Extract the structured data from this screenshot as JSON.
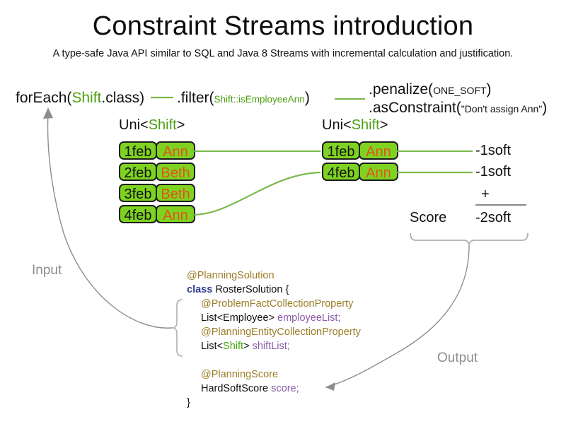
{
  "header": {
    "title": "Constraint Streams introduction",
    "subtitle": "A type-safe Java API similar to SQL and Java 8 Streams with incremental calculation and justification."
  },
  "pipeline": {
    "foreach": {
      "prefix": "forEach(",
      "type": "Shift",
      "suffix": ".class)"
    },
    "filter": {
      "prefix": ".filter(",
      "arg": "Shift::isEmployeeAnn",
      "suffix": ")"
    },
    "penalize": {
      "prefix": ".penalize(",
      "arg": "ONE_SOFT",
      "suffix": ")"
    },
    "as_constraint": {
      "prefix": ".asConstraint(",
      "arg": "\"Don't assign Ann\"",
      "suffix": ")"
    }
  },
  "streams": {
    "left_label": {
      "prefix": "Uni<",
      "type": "Shift",
      "suffix": ">"
    },
    "right_label": {
      "prefix": "Uni<",
      "type": "Shift",
      "suffix": ">"
    },
    "left_rows": [
      {
        "date": "1feb",
        "employee": "Ann"
      },
      {
        "date": "2feb",
        "employee": "Beth"
      },
      {
        "date": "3feb",
        "employee": "Beth"
      },
      {
        "date": "4feb",
        "employee": "Ann"
      }
    ],
    "right_rows": [
      {
        "date": "1feb",
        "employee": "Ann"
      },
      {
        "date": "4feb",
        "employee": "Ann"
      }
    ]
  },
  "score": {
    "penalties": [
      "-1soft",
      "-1soft"
    ],
    "operator": "+",
    "label": "Score",
    "total": "-2soft"
  },
  "flow_labels": {
    "input": "Input",
    "output": "Output"
  },
  "code": {
    "lines": [
      {
        "indent": 1,
        "parts": [
          {
            "t": "@PlanningSolution",
            "c": "ann"
          }
        ]
      },
      {
        "indent": 1,
        "parts": [
          {
            "t": "class ",
            "c": "kw"
          },
          {
            "t": "RosterSolution {",
            "c": "plain"
          }
        ]
      },
      {
        "indent": 2,
        "parts": [
          {
            "t": "@ProblemFactCollectionProperty",
            "c": "ann"
          }
        ]
      },
      {
        "indent": 2,
        "parts": [
          {
            "t": "List<Employee> ",
            "c": "plain"
          },
          {
            "t": "employeeList",
            "c": "fld"
          },
          {
            "t": ";",
            "c": "fld"
          }
        ]
      },
      {
        "indent": 2,
        "parts": [
          {
            "t": "@PlanningEntityCollectionProperty",
            "c": "ann"
          }
        ]
      },
      {
        "indent": 2,
        "parts": [
          {
            "t": "List<",
            "c": "plain"
          },
          {
            "t": "Shift",
            "c": "gr"
          },
          {
            "t": "> ",
            "c": "plain"
          },
          {
            "t": "shiftList",
            "c": "fld"
          },
          {
            "t": ";",
            "c": "fld"
          }
        ]
      },
      {
        "indent": 2,
        "parts": [
          {
            "t": " ",
            "c": "plain"
          }
        ]
      },
      {
        "indent": 2,
        "parts": [
          {
            "t": "@PlanningScore",
            "c": "ann"
          }
        ]
      },
      {
        "indent": 2,
        "parts": [
          {
            "t": "HardSoftScore ",
            "c": "plain"
          },
          {
            "t": "score",
            "c": "fld"
          },
          {
            "t": ";",
            "c": "fld"
          }
        ]
      },
      {
        "indent": 1,
        "parts": [
          {
            "t": "}",
            "c": "plain"
          }
        ]
      }
    ]
  },
  "colors": {
    "box_fill": "#7ed321",
    "box_border": "#1d1d1d",
    "date_text": "#111111",
    "employee_text": "#e2521c",
    "stream_line": "#79b84a",
    "type_green": "#4ba010",
    "annotation_gold": "#9b7d28",
    "keyword_blue": "#2f3f8f",
    "field_purple": "#8a5ba8",
    "flow_gray": "#8d8d8d"
  }
}
